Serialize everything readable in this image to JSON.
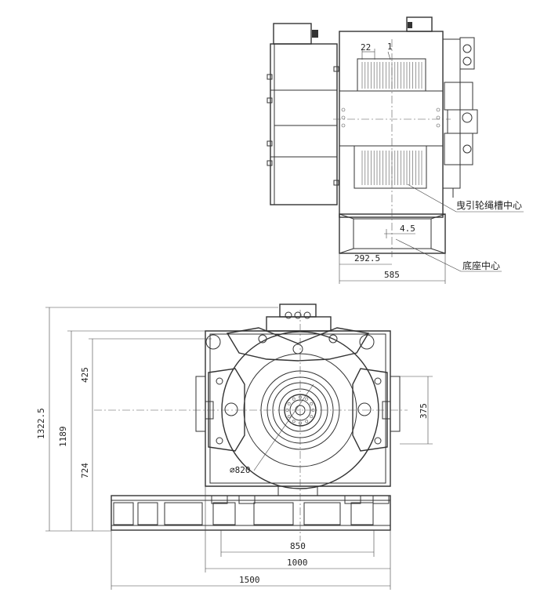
{
  "top_view": {
    "dim_groove_width": "22",
    "dim_groove_index": "1",
    "label_traction_groove_center": "曳引轮绳槽中心",
    "dim_offset": "4.5",
    "dim_base_half": "292.5",
    "dim_base_width": "585",
    "label_base_center": "底座中心"
  },
  "front_view": {
    "dim_total_height": "1322.5",
    "dim_base_to_top": "1189",
    "dim_upper": "425",
    "dim_lower": "724",
    "dim_side": "375",
    "dim_sheave_dia": "⌀820",
    "dim_bolt_span": "850",
    "dim_frame_width": "1000",
    "dim_base_length": "1500"
  }
}
